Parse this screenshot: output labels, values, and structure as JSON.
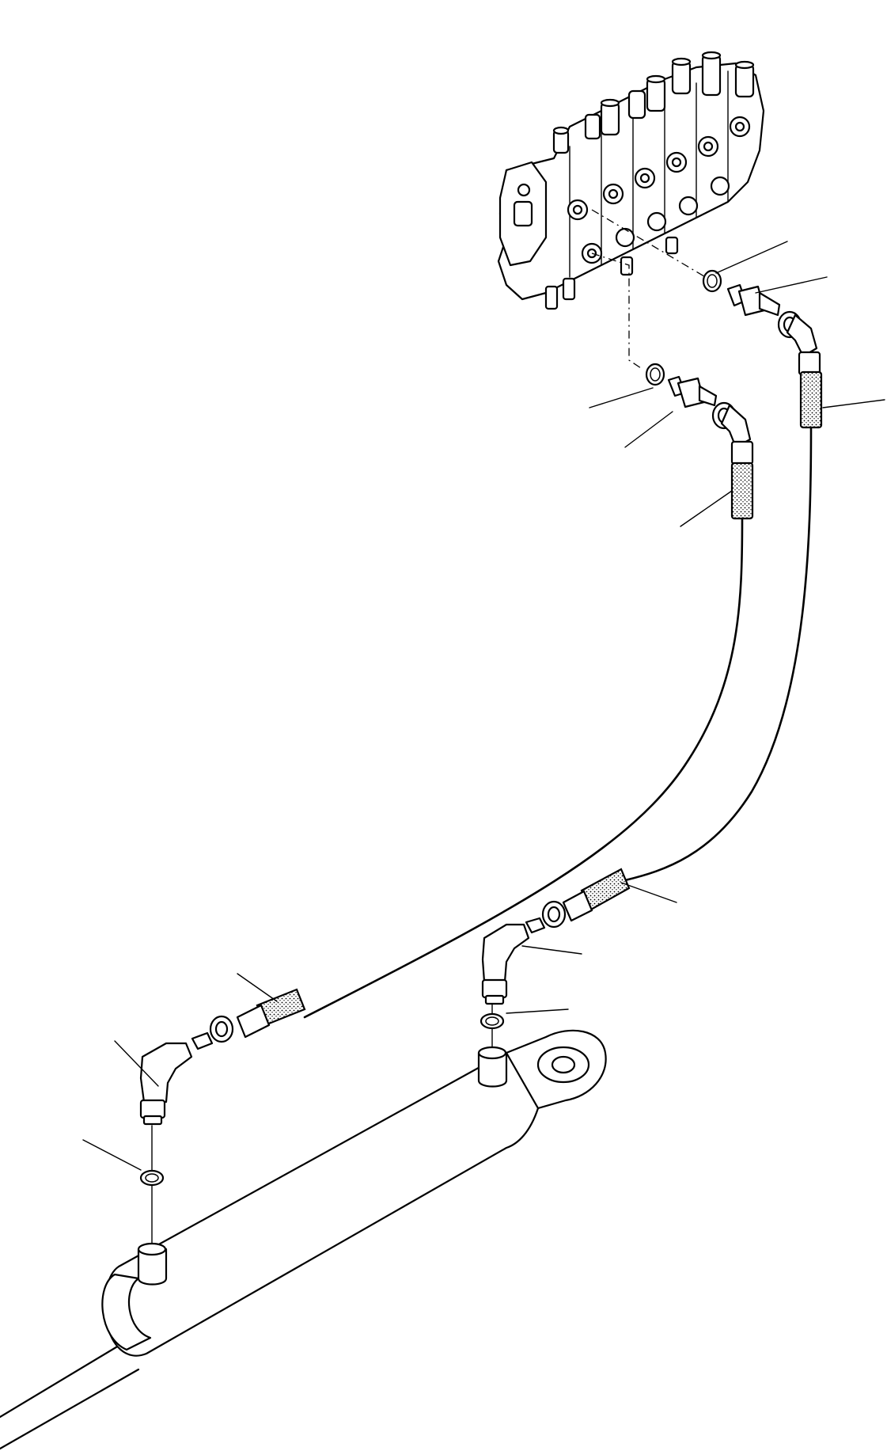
{
  "diagram": {
    "kind": "exploded parts illustration",
    "components": [
      {
        "id": "control-valve",
        "icon": "control-valve-icon"
      },
      {
        "id": "hydraulic-cylinder",
        "icon": "hydraulic-cylinder-icon"
      },
      {
        "id": "hose-upper",
        "icon": "hydraulic-hose-icon"
      },
      {
        "id": "hose-lower",
        "icon": "hydraulic-hose-icon"
      },
      {
        "id": "elbow-fitting-rod-end",
        "icon": "elbow-fitting-icon"
      },
      {
        "id": "elbow-fitting-head-end",
        "icon": "elbow-fitting-icon"
      },
      {
        "id": "adapter-fitting-upper",
        "icon": "adapter-fitting-icon"
      },
      {
        "id": "adapter-fitting-lower",
        "icon": "adapter-fitting-icon"
      },
      {
        "id": "o-ring",
        "icon": "o-ring-icon",
        "count": 4
      }
    ],
    "callout_count": 13,
    "colors": {
      "line": "#000000",
      "background": "#ffffff"
    }
  }
}
